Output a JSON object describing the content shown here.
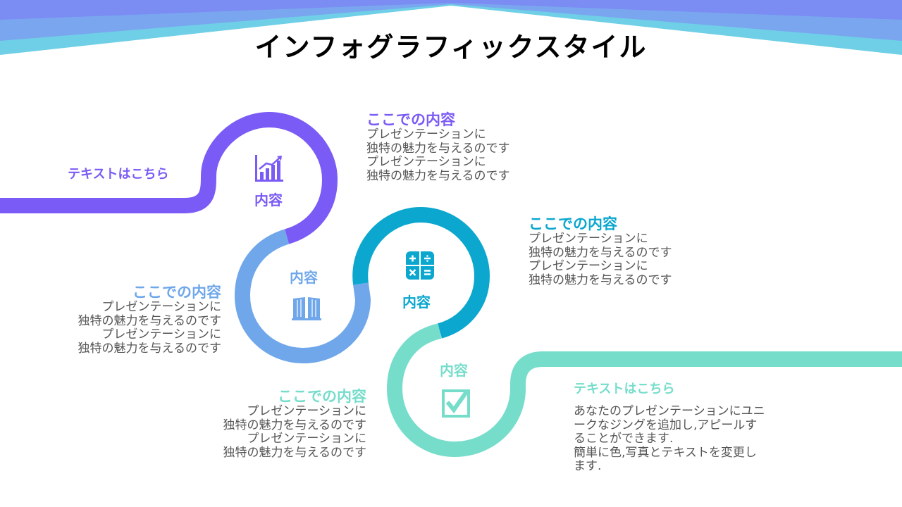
{
  "title": "インフォグラフィックスタイル",
  "colors": {
    "purple": "#7B5BF5",
    "lightblue": "#6FA7EA",
    "blue": "#0BA7CF",
    "teal": "#76DDCB",
    "text_gray": "#555555"
  },
  "steps": [
    {
      "node_label": "内容",
      "icon": "bar-chart-icon",
      "heading": "ここでの内容",
      "lines": [
        "プレゼンテーションに",
        "独特の魅力を与えるのです",
        "プレゼンテーションに",
        "独特の魅力を与えるのです"
      ]
    },
    {
      "node_label": "内容",
      "icon": "book-icon",
      "heading": "ここでの内容",
      "lines": [
        "プレゼンテーションに",
        "独特の魅力を与えるのです",
        "プレゼンテーションに",
        "独特の魅力を与えるのです"
      ]
    },
    {
      "node_label": "内容",
      "icon": "calculator-icon",
      "heading": "ここでの内容",
      "lines": [
        "プレゼンテーションに",
        "独特の魅力を与えるのです",
        "プレゼンテーションに",
        "独特の魅力を与えるのです"
      ]
    },
    {
      "node_label": "内容",
      "icon": "checkbox-icon",
      "heading": "ここでの内容",
      "lines": [
        "プレゼンテーションに",
        "独特の魅力を与えるのです",
        "プレゼンテーションに",
        "独特の魅力を与えるのです"
      ]
    }
  ],
  "start_text": "テキストはこちら",
  "end_block": {
    "heading": "テキストはこちら",
    "lines": [
      "あなたのプレゼンテーションにユニ",
      "ークなジングを追加し,アピールす",
      "ることができます.",
      "簡単に色,写真とテキストを変更し",
      "ます."
    ]
  }
}
